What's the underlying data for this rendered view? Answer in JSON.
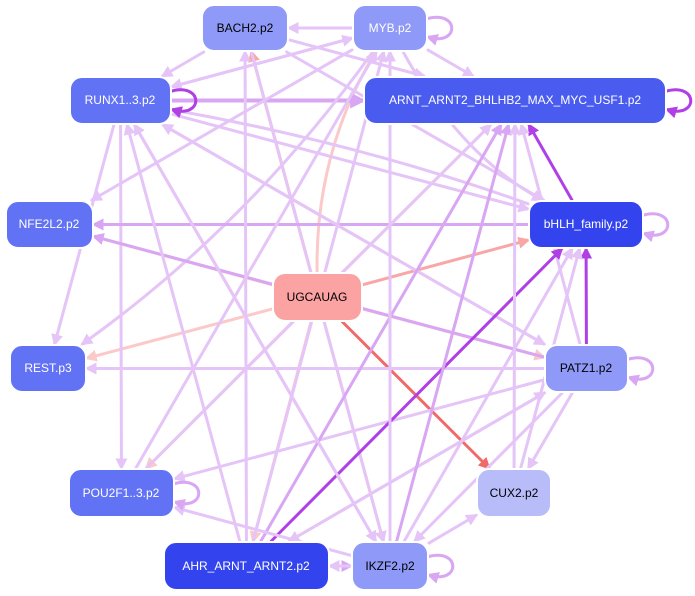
{
  "nodes": [
    {
      "id": "bach2",
      "label": "BACH2.p2",
      "fill": "#8f99f7",
      "text": "#000000"
    },
    {
      "id": "myb",
      "label": "MYB.p2",
      "fill": "#8f99f7",
      "text": "#ffffff"
    },
    {
      "id": "runx1",
      "label": "RUNX1..3.p2",
      "fill": "#6272f5",
      "text": "#ffffff"
    },
    {
      "id": "arnt",
      "label": "ARNT_ARNT2_BHLHB2_MAX_MYC_USF1.p2",
      "fill": "#4a5cf0",
      "text": "#ffffff"
    },
    {
      "id": "nfe2l2",
      "label": "NFE2L2.p2",
      "fill": "#6272f5",
      "text": "#ffffff"
    },
    {
      "id": "bhlh",
      "label": "bHLH_family.p2",
      "fill": "#3344ee",
      "text": "#ffffff"
    },
    {
      "id": "ugcauag",
      "label": "UGCAUAG",
      "fill": "#fba3a3",
      "text": "#000000"
    },
    {
      "id": "rest",
      "label": "REST.p3",
      "fill": "#6272f5",
      "text": "#ffffff"
    },
    {
      "id": "patz1",
      "label": "PATZ1.p2",
      "fill": "#8f99f7",
      "text": "#000000"
    },
    {
      "id": "pou2f1",
      "label": "POU2F1..3.p2",
      "fill": "#6272f5",
      "text": "#ffffff"
    },
    {
      "id": "cux2",
      "label": "CUX2.p2",
      "fill": "#b8bdf9",
      "text": "#000000"
    },
    {
      "id": "ahr",
      "label": "AHR_ARNT_ARNT2.p2",
      "fill": "#3344ee",
      "text": "#ffffff"
    },
    {
      "id": "ikzf2",
      "label": "IKZF2.p2",
      "fill": "#8f99f7",
      "text": "#000000"
    }
  ],
  "colors": {
    "edge_light_violet": "#e5c4f7",
    "edge_violet": "#d8a6f3",
    "edge_strong_violet": "#b040e6",
    "edge_light_pink": "#fcc9c9",
    "edge_pink": "#f9a6a6",
    "edge_red": "#f06a6a"
  },
  "edges": [
    {
      "from": "ugcauag",
      "to": "bach2",
      "color": "edge_pink",
      "w": 3
    },
    {
      "from": "ugcauag",
      "to": "cux2",
      "color": "edge_red",
      "w": 3
    },
    {
      "from": "ugcauag",
      "to": "bhlh",
      "color": "edge_pink",
      "w": 3
    },
    {
      "from": "ugcauag",
      "to": "arnt",
      "color": "edge_light_pink",
      "w": 3
    },
    {
      "from": "ugcauag",
      "to": "myb",
      "color": "edge_light_pink",
      "w": 3,
      "curve": -40
    },
    {
      "from": "ugcauag",
      "to": "nfe2l2",
      "color": "edge_light_pink",
      "w": 3
    },
    {
      "from": "ugcauag",
      "to": "rest",
      "color": "edge_light_pink",
      "w": 3
    },
    {
      "from": "ugcauag",
      "to": "pou2f1",
      "color": "edge_light_pink",
      "w": 3
    },
    {
      "from": "ugcauag",
      "to": "patz1",
      "color": "edge_light_pink",
      "w": 3
    },
    {
      "from": "ugcauag",
      "to": "ikzf2",
      "color": "edge_light_pink",
      "w": 3
    },
    {
      "from": "ugcauag",
      "to": "ahr",
      "color": "edge_light_pink",
      "w": 3
    },
    {
      "from": "runx1",
      "to": "arnt",
      "color": "edge_violet",
      "w": 4
    },
    {
      "from": "runx1",
      "to": "bhlh",
      "color": "edge_light_violet",
      "w": 3
    },
    {
      "from": "runx1",
      "to": "rest",
      "color": "edge_light_violet",
      "w": 3
    },
    {
      "from": "runx1",
      "to": "pou2f1",
      "color": "edge_light_violet",
      "w": 3
    },
    {
      "from": "runx1",
      "to": "patz1",
      "color": "edge_light_violet",
      "w": 3
    },
    {
      "from": "runx1",
      "to": "ikzf2",
      "color": "edge_light_violet",
      "w": 3
    },
    {
      "from": "runx1",
      "to": "myb",
      "color": "edge_light_violet",
      "w": 3
    },
    {
      "from": "bach2",
      "to": "runx1",
      "color": "edge_light_violet",
      "w": 3
    },
    {
      "from": "bach2",
      "to": "arnt",
      "color": "edge_light_violet",
      "w": 3
    },
    {
      "from": "bach2",
      "to": "bhlh",
      "color": "edge_light_violet",
      "w": 3
    },
    {
      "from": "bach2",
      "to": "ikzf2",
      "color": "edge_light_violet",
      "w": 3
    },
    {
      "from": "myb",
      "to": "runx1",
      "color": "edge_light_violet",
      "w": 3
    },
    {
      "from": "myb",
      "to": "arnt",
      "color": "edge_light_violet",
      "w": 3
    },
    {
      "from": "myb",
      "to": "bach2",
      "color": "edge_light_violet",
      "w": 3
    },
    {
      "from": "myb",
      "to": "nfe2l2",
      "color": "edge_light_violet",
      "w": 3
    },
    {
      "from": "myb",
      "to": "bhlh",
      "color": "edge_light_violet",
      "w": 3,
      "curve": 40
    },
    {
      "from": "myb",
      "to": "rest",
      "color": "edge_light_violet",
      "w": 3,
      "curve": -40
    },
    {
      "from": "bhlh",
      "to": "arnt",
      "color": "edge_strong_violet",
      "w": 3
    },
    {
      "from": "bhlh",
      "to": "runx1",
      "color": "edge_light_violet",
      "w": 3,
      "curve": 20
    },
    {
      "from": "bhlh",
      "to": "nfe2l2",
      "color": "edge_violet",
      "w": 3
    },
    {
      "from": "patz1",
      "to": "bhlh",
      "color": "edge_strong_violet",
      "w": 3
    },
    {
      "from": "patz1",
      "to": "arnt",
      "color": "edge_light_violet",
      "w": 3
    },
    {
      "from": "patz1",
      "to": "nfe2l2",
      "color": "edge_violet",
      "w": 3
    },
    {
      "from": "patz1",
      "to": "rest",
      "color": "edge_light_violet",
      "w": 3
    },
    {
      "from": "patz1",
      "to": "pou2f1",
      "color": "edge_light_violet",
      "w": 3
    },
    {
      "from": "patz1",
      "to": "cux2",
      "color": "edge_light_violet",
      "w": 3
    },
    {
      "from": "patz1",
      "to": "ahr",
      "color": "edge_light_violet",
      "w": 3
    },
    {
      "from": "patz1",
      "to": "ikzf2",
      "color": "edge_light_violet",
      "w": 3
    },
    {
      "from": "patz1",
      "to": "runx1",
      "color": "edge_light_violet",
      "w": 3
    },
    {
      "from": "ahr",
      "to": "bhlh",
      "color": "edge_strong_violet",
      "w": 3
    },
    {
      "from": "ahr",
      "to": "arnt",
      "color": "edge_violet",
      "w": 3
    },
    {
      "from": "ahr",
      "to": "runx1",
      "color": "edge_light_violet",
      "w": 3
    },
    {
      "from": "ahr",
      "to": "bach2",
      "color": "edge_light_violet",
      "w": 3
    },
    {
      "from": "ahr",
      "to": "myb",
      "color": "edge_light_violet",
      "w": 3
    },
    {
      "from": "ahr",
      "to": "patz1",
      "color": "edge_light_violet",
      "w": 3
    },
    {
      "from": "ahr",
      "to": "ikzf2",
      "color": "edge_violet",
      "w": 3
    },
    {
      "from": "ikzf2",
      "to": "arnt",
      "color": "edge_violet",
      "w": 3
    },
    {
      "from": "ikzf2",
      "to": "bhlh",
      "color": "edge_light_violet",
      "w": 3
    },
    {
      "from": "ikzf2",
      "to": "cux2",
      "color": "edge_light_violet",
      "w": 3
    },
    {
      "from": "ikzf2",
      "to": "runx1",
      "color": "edge_light_violet",
      "w": 3
    },
    {
      "from": "ikzf2",
      "to": "pou2f1",
      "color": "edge_light_violet",
      "w": 3
    },
    {
      "from": "ikzf2",
      "to": "ahr",
      "color": "edge_light_violet",
      "w": 3
    },
    {
      "from": "ikzf2",
      "to": "myb",
      "color": "edge_light_violet",
      "w": 3
    },
    {
      "from": "cux2",
      "to": "arnt",
      "color": "edge_light_violet",
      "w": 3
    },
    {
      "from": "cux2",
      "to": "bhlh",
      "color": "edge_light_violet",
      "w": 3
    },
    {
      "from": "pou2f1",
      "to": "arnt",
      "color": "edge_light_violet",
      "w": 3
    },
    {
      "from": "pou2f1",
      "to": "myb",
      "color": "edge_light_violet",
      "w": 3
    }
  ],
  "self_loops": [
    {
      "node": "myb",
      "color": "edge_violet"
    },
    {
      "node": "runx1",
      "color": "edge_strong_violet"
    },
    {
      "node": "arnt",
      "color": "edge_strong_violet"
    },
    {
      "node": "bhlh",
      "color": "edge_violet"
    },
    {
      "node": "patz1",
      "color": "edge_violet"
    },
    {
      "node": "pou2f1",
      "color": "edge_violet"
    },
    {
      "node": "ikzf2",
      "color": "edge_violet"
    }
  ]
}
